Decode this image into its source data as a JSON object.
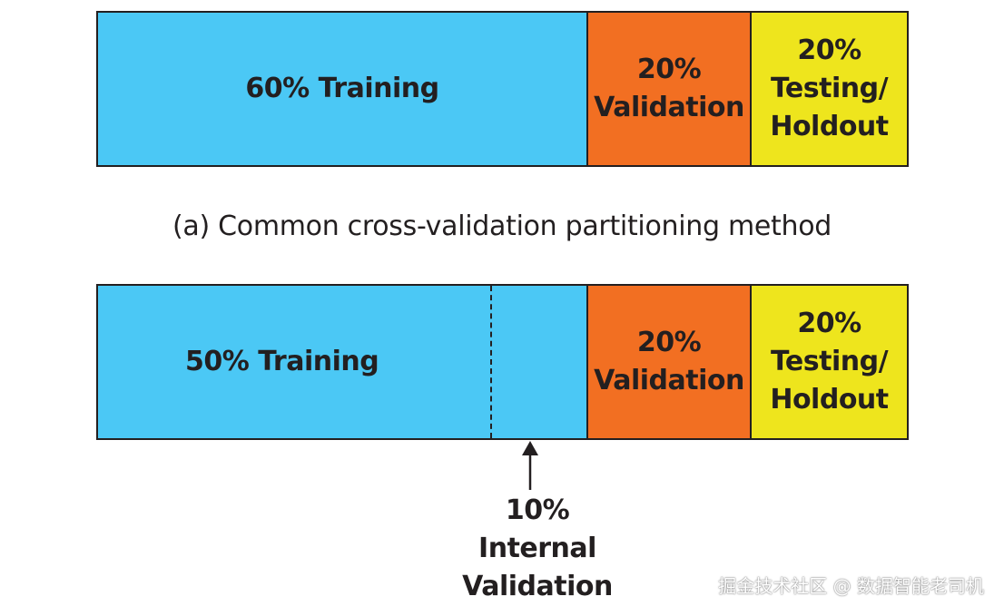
{
  "colors": {
    "training": "#4bc8f5",
    "validation": "#f26f22",
    "testing": "#eee51d",
    "outline": "#231f20"
  },
  "diagram_a": {
    "training": "60% Training",
    "validation": "20%\nValidation",
    "testing": "20%\nTesting/\nHoldout",
    "caption": "(a) Common cross-validation partitioning method"
  },
  "diagram_b": {
    "training": "50% Training",
    "validation": "20%\nValidation",
    "testing": "20%\nTesting/\nHoldout",
    "internal_validation": "10%\nInternal\nValidation"
  },
  "watermark": "掘金技术社区 @ 数据智能老司机"
}
